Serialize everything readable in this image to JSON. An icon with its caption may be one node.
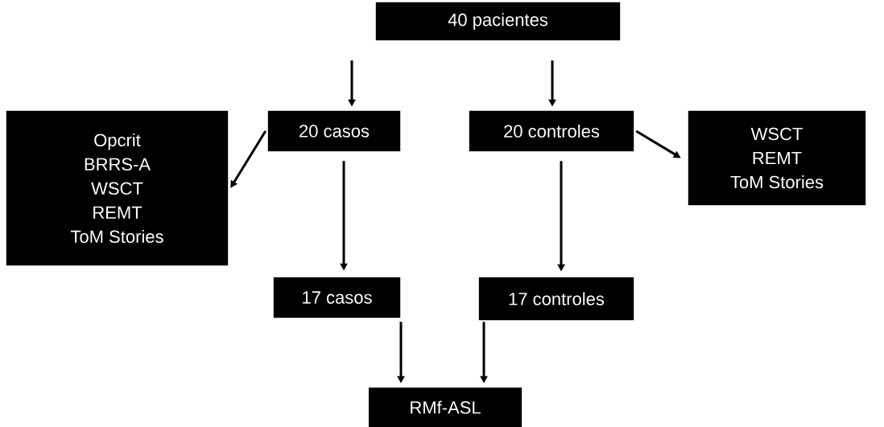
{
  "diagram": {
    "nodes": [
      {
        "text": [
          "40 pacientes"
        ]
      },
      {
        "text": [
          "20 casos"
        ]
      },
      {
        "text": [
          "20 controles"
        ]
      },
      {
        "text": [
          "Opcrit",
          "BRRS-A",
          "WSCT",
          "REMT",
          "ToM Stories"
        ]
      },
      {
        "text": [
          "WSCT",
          "REMT",
          "ToM Stories"
        ]
      },
      {
        "text": [
          "17 casos"
        ]
      },
      {
        "text": [
          "17 controles"
        ]
      },
      {
        "text": [
          "RMf-ASL"
        ]
      }
    ],
    "edges": [
      {
        "from": 0,
        "to": 1,
        "arrow": "to"
      },
      {
        "from": 0,
        "to": 2,
        "arrow": "to"
      },
      {
        "from": 1,
        "to": 3,
        "arrow": "to"
      },
      {
        "from": 2,
        "to": 4,
        "arrow": "to"
      },
      {
        "from": 1,
        "to": 5,
        "arrow": "to"
      },
      {
        "from": 2,
        "to": 6,
        "arrow": "to"
      },
      {
        "from": 5,
        "to": 7,
        "arrow": "to"
      },
      {
        "from": 6,
        "to": 7,
        "arrow": "to"
      }
    ]
  }
}
